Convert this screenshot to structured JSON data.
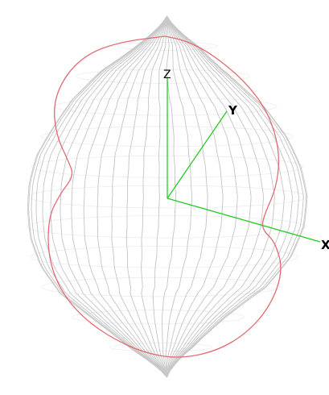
{
  "plot": {
    "background": "#ffffff",
    "mesh_color": "#c8c8c8",
    "highlight_color": "#e46a72",
    "axis_color": "#22cc22",
    "label_color": "#000000"
  },
  "axes": {
    "z": {
      "label": "Z"
    },
    "y": {
      "label": "Y"
    },
    "x": {
      "label": "X"
    }
  }
}
